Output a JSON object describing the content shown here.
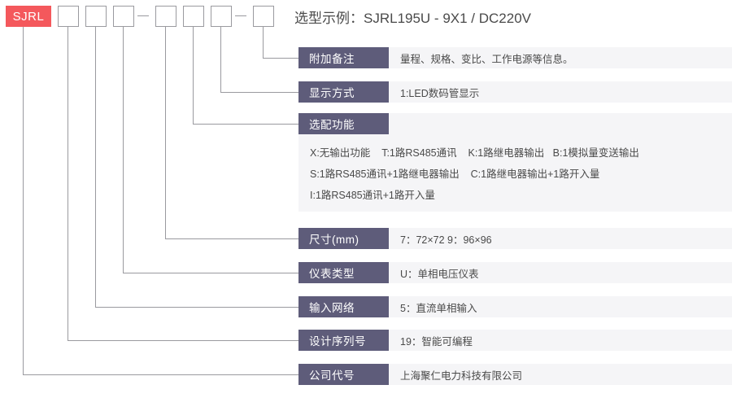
{
  "header": {
    "badge": "SJRL",
    "cell_count": 7,
    "title": "选型示例：SJRL195U - 9X1 / DC220V"
  },
  "rows": [
    {
      "label": "附加备注",
      "value": "量程、规格、变比、工作电源等信息。"
    },
    {
      "label": "显示方式",
      "value": "1:LED数码管显示"
    },
    {
      "label": "选配功能",
      "value": "",
      "lines": [
        "X:无输出功能    T:1路RS485通讯    K:1路继电器输出   B:1模拟量变送输出",
        "S:1路RS485通讯+1路继电器输出    C:1路继电器输出+1路开入量",
        "I:1路RS485通讯+1路开入量"
      ]
    },
    {
      "label": "尺寸(mm)",
      "value": "7：72×72    9：96×96"
    },
    {
      "label": "仪表类型",
      "value": "U：单相电压仪表"
    },
    {
      "label": "输入网络",
      "value": "5：直流单相输入"
    },
    {
      "label": "设计序列号",
      "value": "19：智能可编程"
    },
    {
      "label": "公司代号",
      "value": "上海聚仁电力科技有限公司"
    }
  ],
  "colors": {
    "badge_bg": "#f4585c",
    "label_bg": "#5e5c7a",
    "row_bg": "#f5f5f7",
    "line": "#9a9a9f",
    "text": "#4a4a4a"
  }
}
